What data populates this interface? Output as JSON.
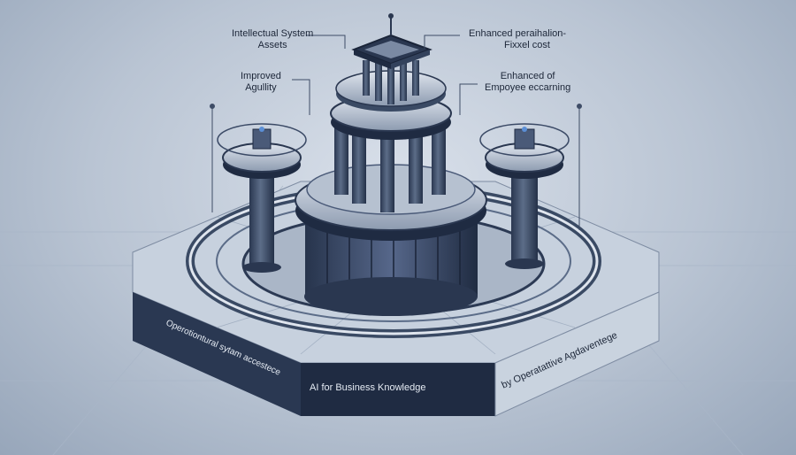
{
  "labels": {
    "top_left_line1": "Intellectual System",
    "top_left_line2": "Assets",
    "mid_left_line1": "Improved",
    "mid_left_line2": "Agullity",
    "top_right_line1": "Enhanced peraihalion-",
    "top_right_line2": "Fixxel cost",
    "mid_right_line1": "Enhanced of",
    "mid_right_line2": "Empoyee eccarning",
    "front_face": "AI  for Business Knowledge",
    "left_face": "Operotiontural sytam accestece",
    "right_face": "by Operatattive Agdaventege"
  },
  "colors": {
    "platform_top": "#c7d1de",
    "platform_side": "#24324a",
    "column": "#3a4a64",
    "accent": "#5b8fd6"
  }
}
